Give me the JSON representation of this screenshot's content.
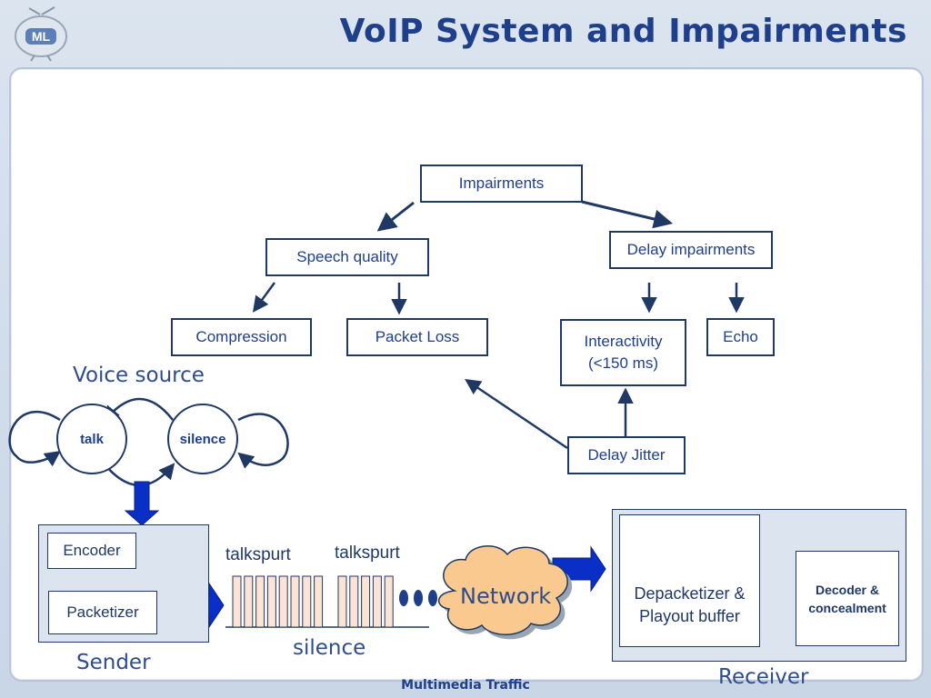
{
  "slide": {
    "title": "VoIP System and Impairments",
    "footer": "Multimedia Traffic"
  },
  "tree": {
    "root": "Impairments",
    "speech_quality": "Speech quality",
    "delay_impairments": "Delay impairments",
    "compression": "Compression",
    "packet_loss": "Packet Loss",
    "interactivity": "Interactivity\n(<150 ms)",
    "echo": "Echo",
    "delay_jitter": "Delay Jitter"
  },
  "voice_source": {
    "title": "Voice source",
    "talk": "talk",
    "silence": "silence"
  },
  "sender": {
    "label": "Sender",
    "encoder": "Encoder",
    "packetizer": "Packetizer"
  },
  "stream": {
    "talkspurt_1": "talkspurt",
    "talkspurt_2": "talkspurt",
    "silence": "silence",
    "network": "Network"
  },
  "receiver": {
    "label": "Receiver",
    "depacketizer": "Depacketizer &\nPlayout buffer",
    "decoder": "Decoder &\nconcealment"
  },
  "colors": {
    "title": "#1f3f8a",
    "box_border": "#1f3864",
    "block_arrow": "#0a2fc7",
    "packet_fill": "#fbe4d5",
    "cloud_fill": "#f9c98f"
  }
}
